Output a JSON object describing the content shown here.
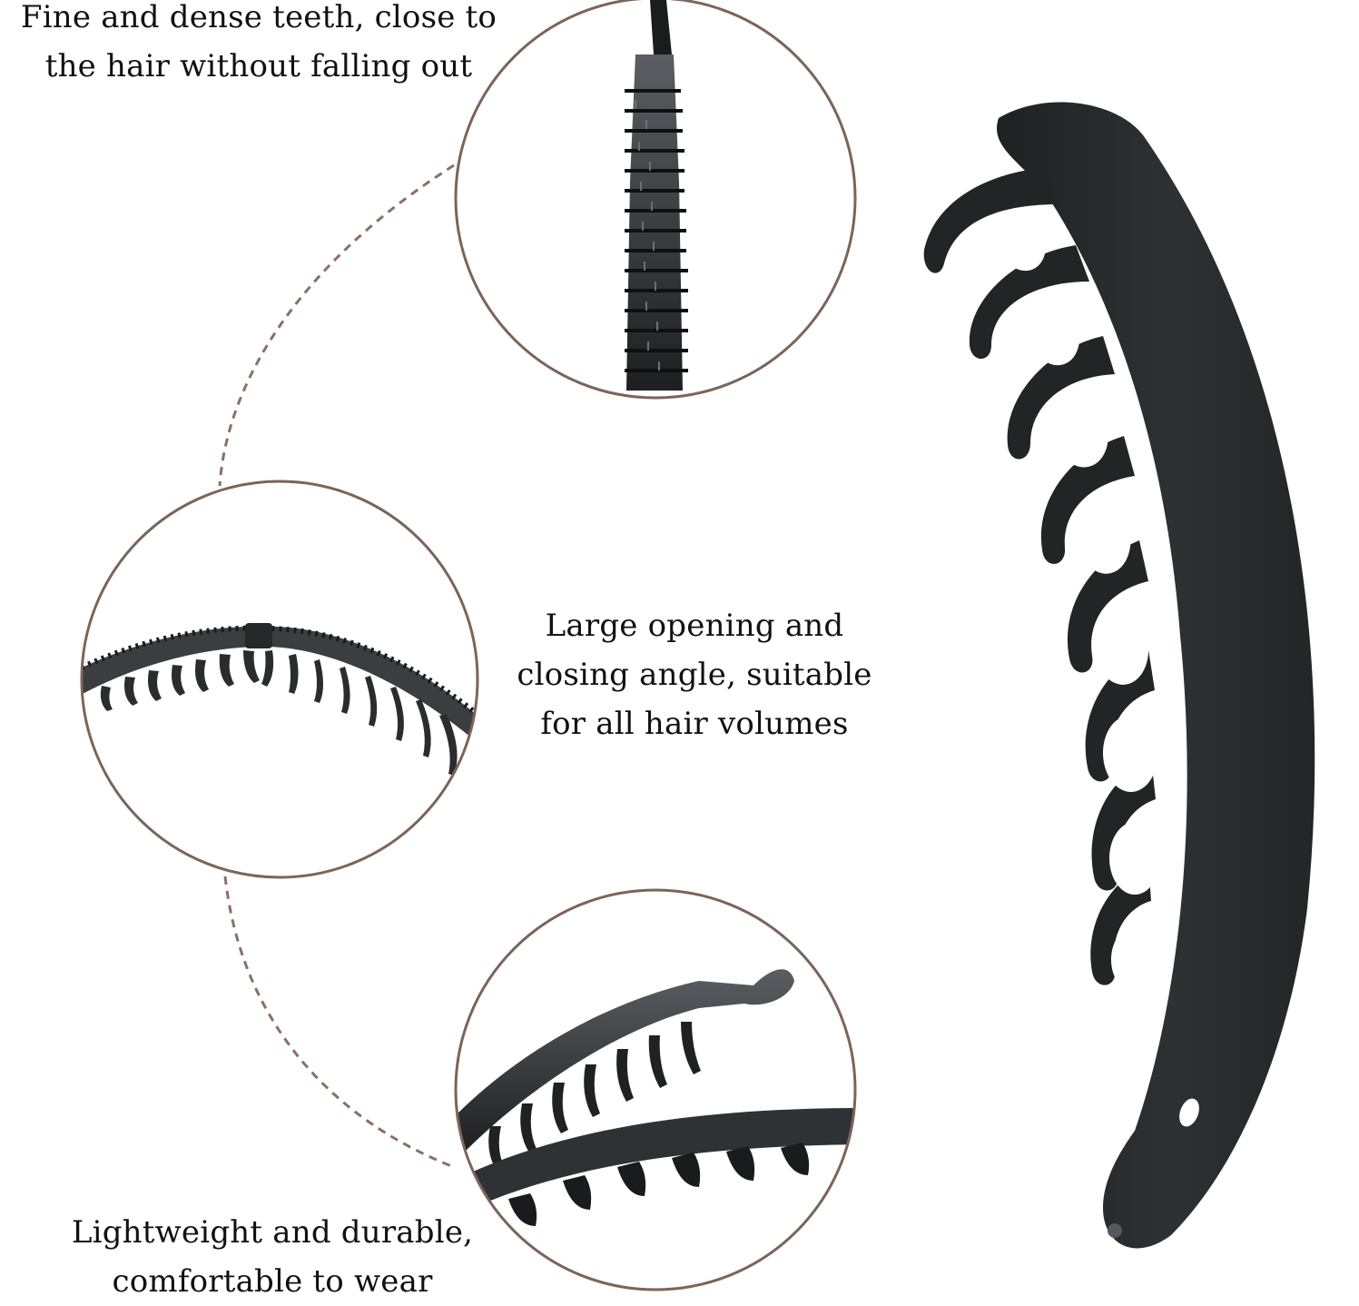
{
  "captions": {
    "top": [
      "Fine and dense teeth, close to",
      "the hair without falling out"
    ],
    "middle": [
      "Large opening and",
      "closing angle, suitable",
      "for all hair volumes"
    ],
    "bottom": [
      "Lightweight and durable,",
      "comfortable to wear"
    ]
  },
  "colors": {
    "circle_border": "#7b6459",
    "dashed_arc": "#8a7063",
    "clip_body": "#2b2e30",
    "clip_shadow": "#1c1e20",
    "glossy_clip": "#3a3d40"
  }
}
